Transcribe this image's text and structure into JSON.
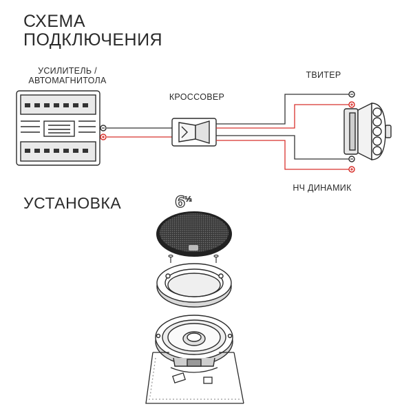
{
  "header": {
    "title_line1": "СХЕМА",
    "title_line2": "ПОДКЛЮЧЕНИЯ",
    "install_title": "УСТАНОВКА"
  },
  "labels": {
    "amp_line1": "УСИЛИТЕЛЬ /",
    "amp_line2": "АВТОМАГНИТОЛА",
    "crossover": "КРОССОВЕР",
    "tweeter": "ТВИТЕР",
    "woofer": "НЧ ДИНАМИК"
  },
  "size_badge": {
    "main": "6",
    "fraction": "½"
  },
  "colors": {
    "positive_wire": "#d8312c",
    "negative_wire": "#333333",
    "line": "#2b2b2b"
  },
  "icons": [
    "amplifier-icon",
    "crossover-icon",
    "tweeter-speaker-icon",
    "speaker-grille-icon",
    "mounting-ring-icon",
    "speaker-driver-icon",
    "mount-panel-icon"
  ]
}
